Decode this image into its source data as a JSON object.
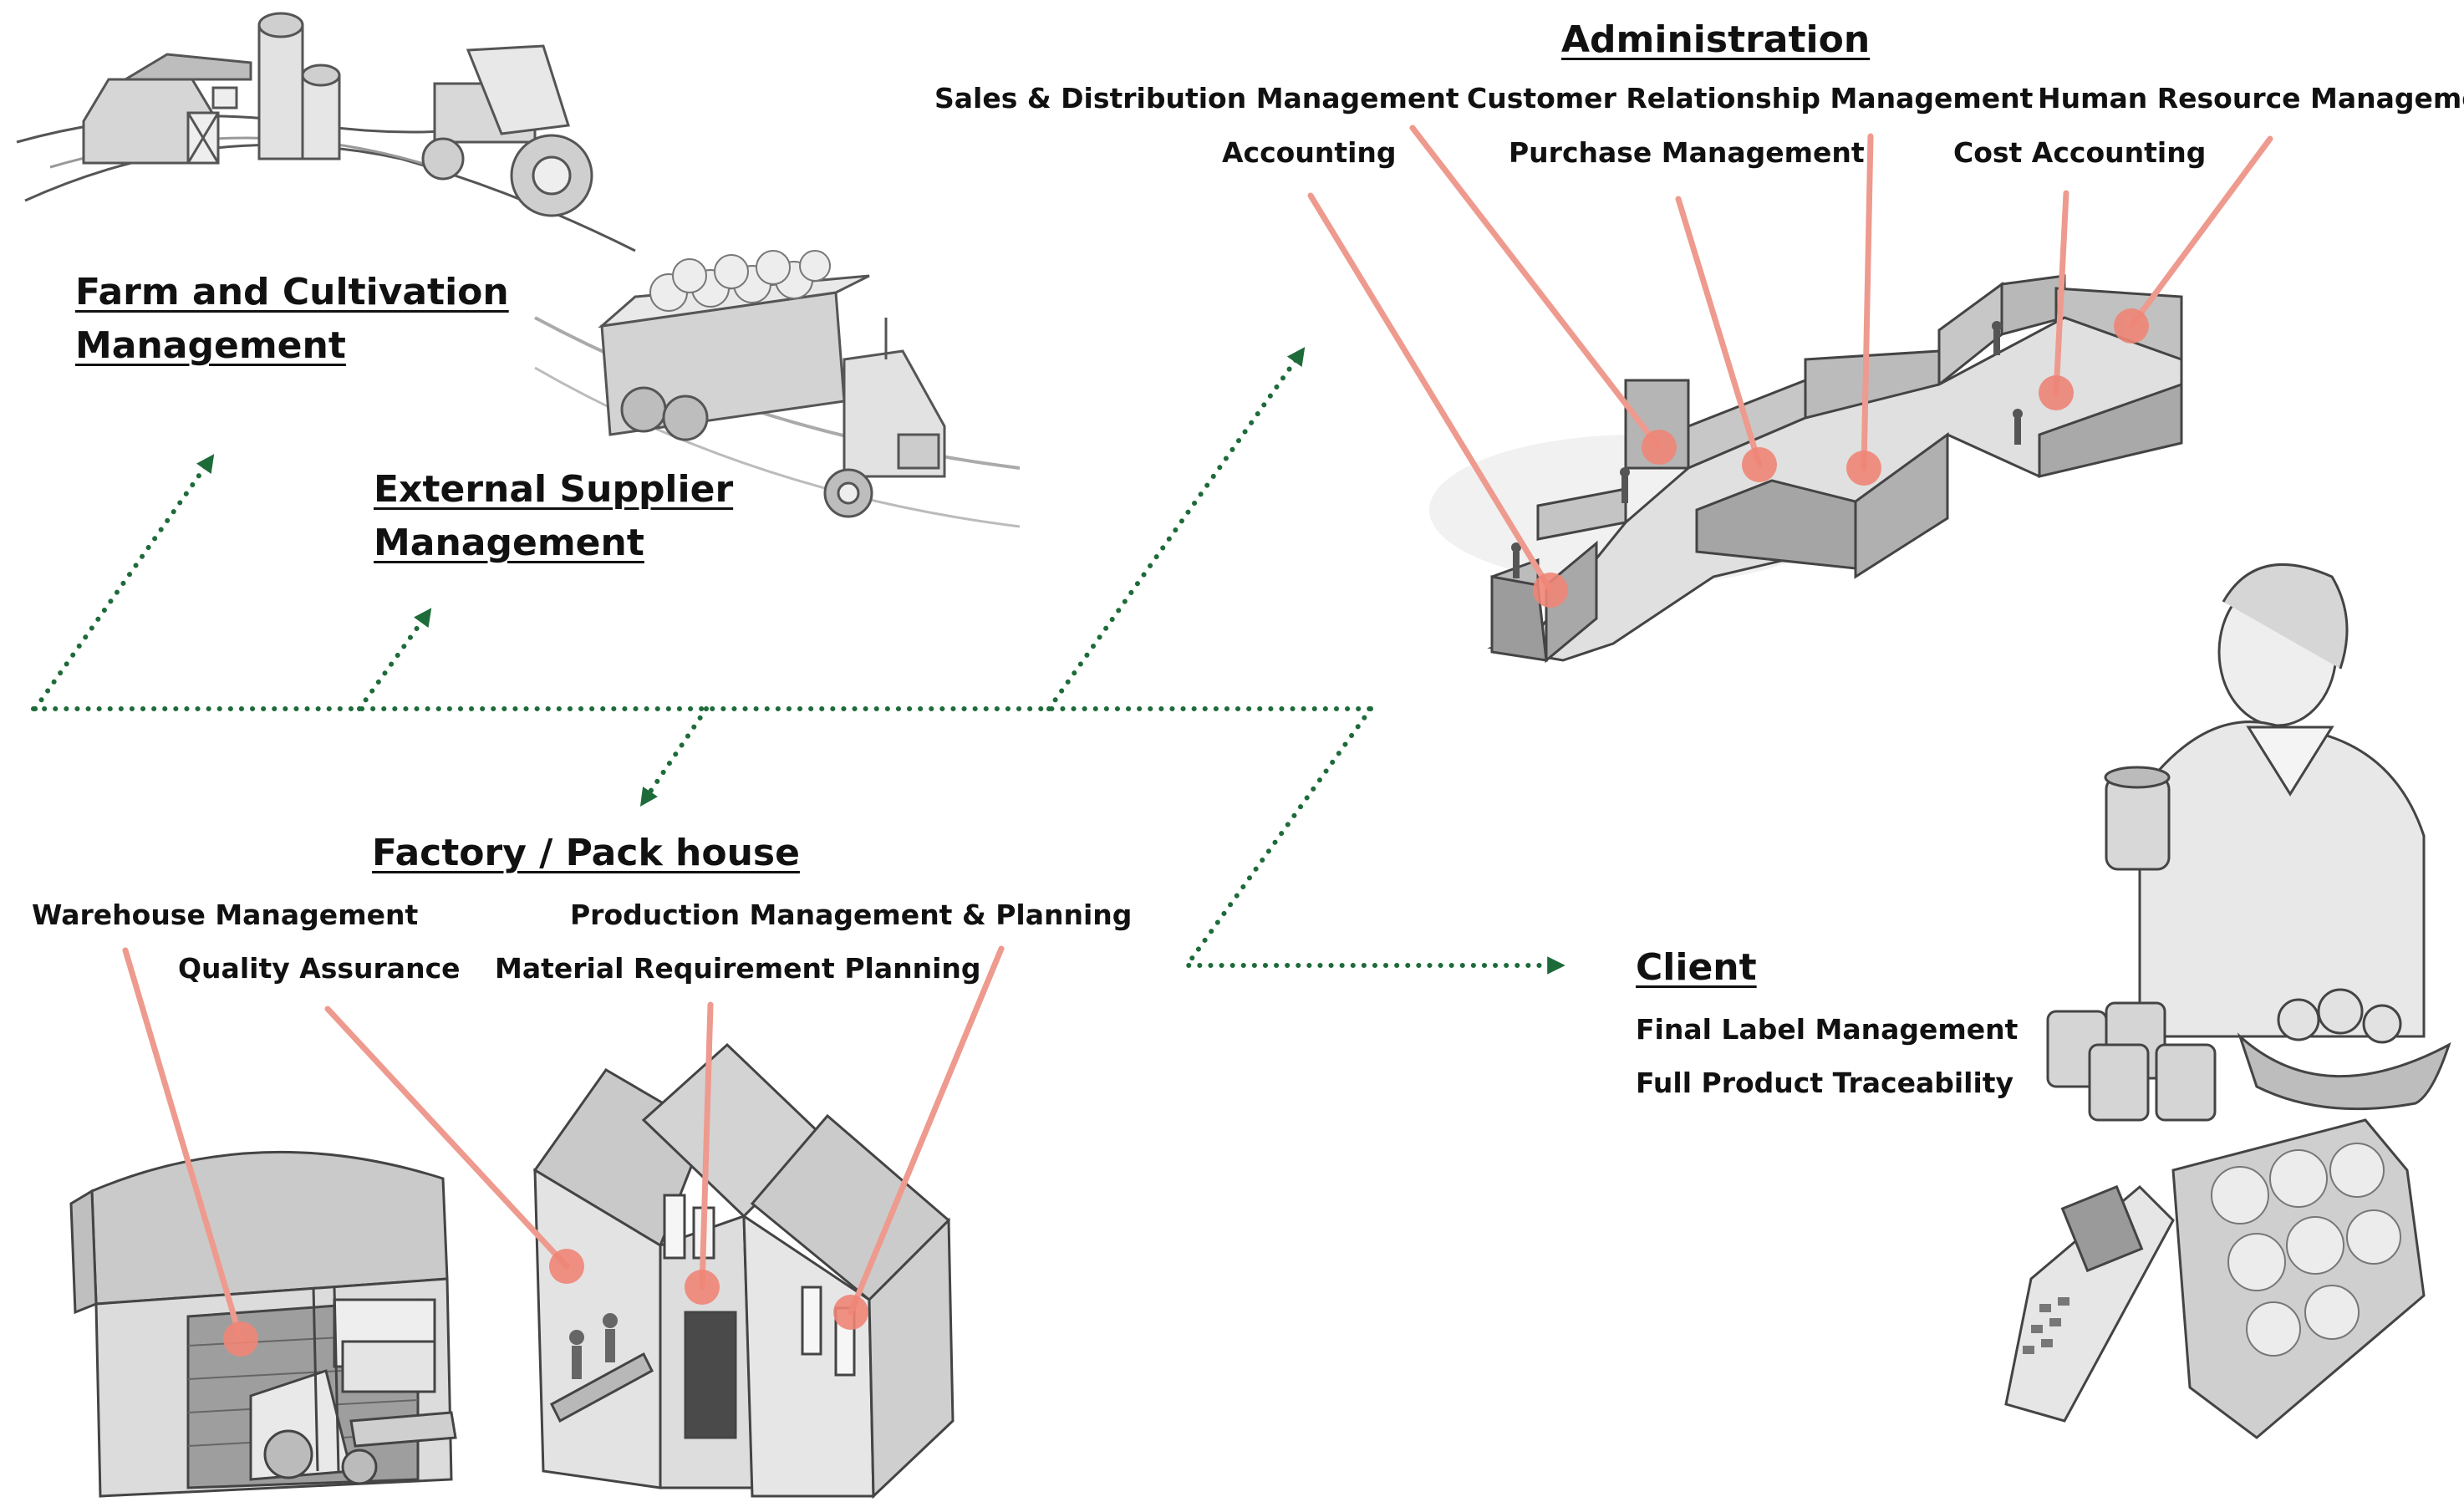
{
  "colors": {
    "flow_arrow": "#1e6b3a",
    "pointer_line": "#ee9a8e",
    "pointer_dot": "#ee8577",
    "sketch_stroke": "#555555",
    "sketch_fill": "#d9d9d9",
    "text": "#111111"
  },
  "farm": {
    "title_line1": "Farm and Cultivation",
    "title_line2": "Management"
  },
  "supplier": {
    "title_line1": "External Supplier",
    "title_line2": "Management"
  },
  "administration": {
    "title": "Administration",
    "sales": "Sales & Distribution Management",
    "crm": "Customer Relationship Management",
    "hr": "Human Resource Management",
    "accounting": "Accounting",
    "purchase": "Purchase Management",
    "cost": "Cost Accounting"
  },
  "factory": {
    "title": "Factory / Pack house",
    "warehouse": "Warehouse Management",
    "production": "Production Management & Planning",
    "quality": "Quality Assurance",
    "mrp": "Material Requirement Planning"
  },
  "client": {
    "title": "Client",
    "label_mgmt": "Final Label Management",
    "traceability": "Full Product Traceability"
  },
  "icons": [
    "farm-illustration",
    "truck-illustration",
    "office-illustration",
    "warehouse-illustration",
    "factory-illustration",
    "client-illustration"
  ]
}
